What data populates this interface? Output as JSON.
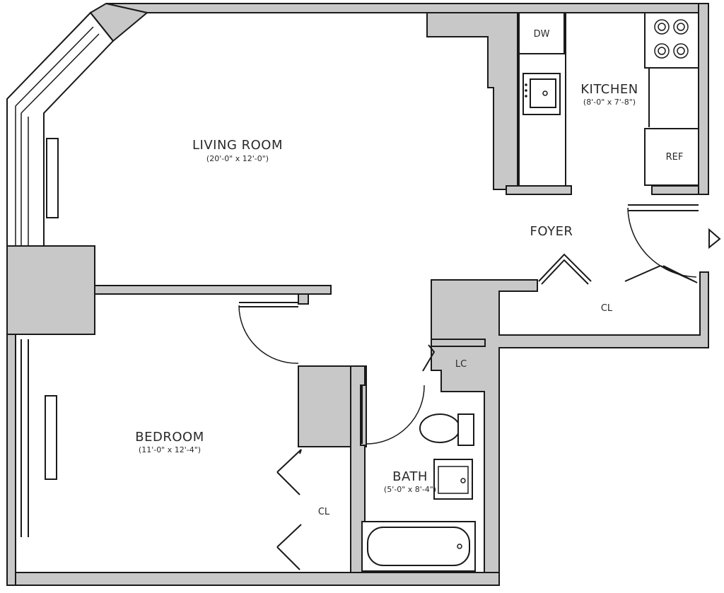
{
  "rooms": {
    "living_room": {
      "name": "LIVING ROOM",
      "dims": "(20'-0\" x 12'-0\")"
    },
    "kitchen": {
      "name": "KITCHEN",
      "dims": "(8'-0\" x 7'-8\")"
    },
    "foyer": {
      "name": "FOYER"
    },
    "bedroom": {
      "name": "BEDROOM",
      "dims": "(11'-0\" x 12'-4\")"
    },
    "bath": {
      "name": "BATH",
      "dims": "(5'-0\" x 8'-4\")"
    }
  },
  "fixtures": {
    "dishwasher": "DW",
    "refrigerator": "REF",
    "linen_closet": "LC",
    "foyer_closet": "CL",
    "bedroom_closet": "CL"
  },
  "colors": {
    "wall_fill": "#c8c8c8",
    "line": "#1a1a1a",
    "background": "#ffffff"
  }
}
